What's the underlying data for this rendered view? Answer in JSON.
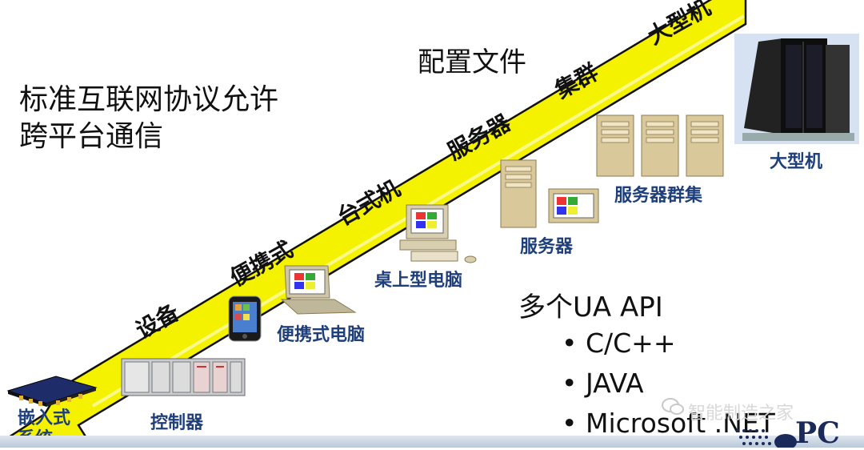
{
  "intro_lines": [
    "标准互联网协议允许",
    "跨平台通信"
  ],
  "config_label": "配置文件",
  "band_labels": {
    "mainframe": "大型机",
    "cluster": "集群",
    "server": "服务器",
    "desktop": "台式机",
    "portable": "便携式",
    "device": "设备"
  },
  "device_labels": {
    "mainframe": "大型机",
    "server_cluster": "服务器群集",
    "server": "服务器",
    "desktop_pc": "桌上型电脑",
    "laptop": "便携式电脑",
    "embedded": [
      "嵌入式",
      "系统"
    ],
    "controller": "控制器"
  },
  "api_title": "多个UA API",
  "api_items": [
    "C/C++",
    "JAVA",
    "Microsoft .NET"
  ],
  "watermark": "智能制造之家",
  "logo_fragment": "PC",
  "colors": {
    "band": "#f5f200",
    "device_label": "#1f3f7a"
  },
  "icons": [
    "mainframe-icon",
    "server-tower-icon",
    "desktop-computer-icon",
    "laptop-icon",
    "smartphone-icon",
    "plc-controller-icon",
    "embedded-chip-icon",
    "wechat-icon"
  ]
}
